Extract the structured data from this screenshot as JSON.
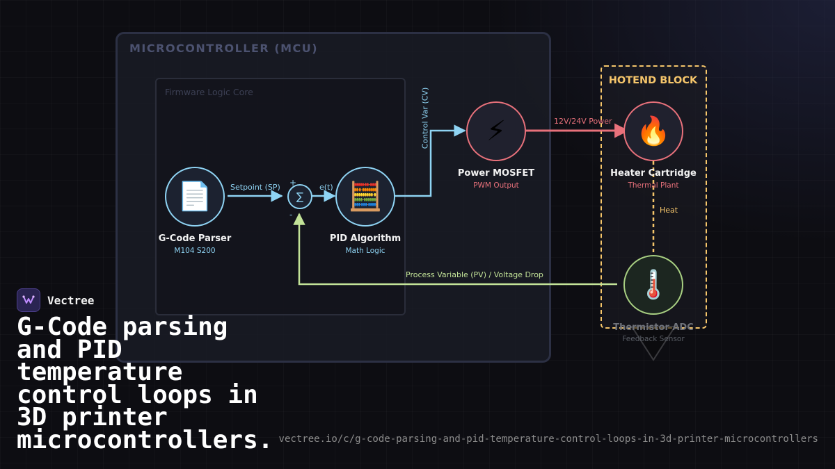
{
  "mcu": {
    "title": "MICROCONTROLLER (MCU)"
  },
  "firmware": {
    "title": "Firmware Logic Core"
  },
  "hotend": {
    "title": "HOTEND BLOCK"
  },
  "nodes": {
    "gcode_parser": {
      "label": "G-Code Parser",
      "sub": "M104 S200",
      "icon": "document-icon"
    },
    "pid": {
      "label": "PID Algorithm",
      "sub": "Math Logic",
      "icon": "abacus-icon"
    },
    "mosfet": {
      "label": "Power MOSFET",
      "sub": "PWM Output",
      "icon": "lightning-icon"
    },
    "heater": {
      "label": "Heater Cartridge",
      "sub": "Thermal Plant",
      "icon": "fire-icon"
    },
    "thermistor": {
      "label": "Thermistor ADC",
      "sub": "Feedback Sensor",
      "icon": "thermometer-icon"
    }
  },
  "summing_junction": {
    "symbol": "∑",
    "plus": "+",
    "minus": "-"
  },
  "edges": {
    "setpoint": "Setpoint (SP)",
    "error": "e(t)",
    "control_var": "Control Var (CV)",
    "power": "12V/24V Power",
    "heat": "Heat",
    "feedback": "Process Variable (PV) / Voltage Drop"
  },
  "brand": {
    "name": "Vectree"
  },
  "headline": "G-Code parsing and PID temperature control loops in 3D printer microcontrollers.",
  "url": "vectree.io/c/g-code-parsing-and-pid-temperature-control-loops-in-3d-printer-microcontrollers",
  "colors": {
    "blue": "#8fd4f4",
    "red": "#e8717b",
    "green": "#c3e398",
    "gold": "#f6c66b"
  }
}
